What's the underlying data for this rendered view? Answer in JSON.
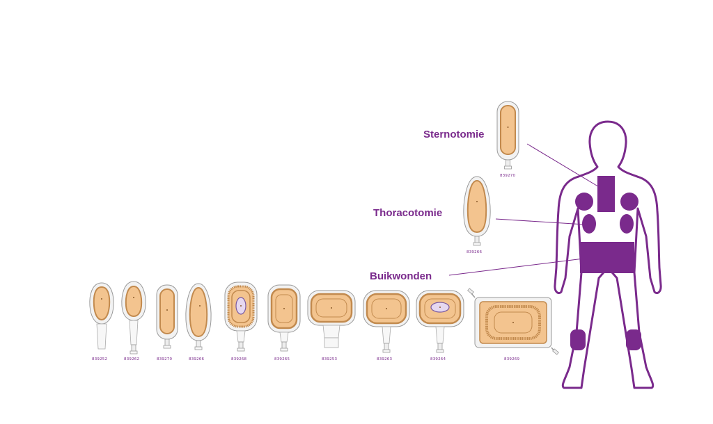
{
  "regions": {
    "sternotomy": "Sternotomie",
    "thoracotomy": "Thoracotomie",
    "abdominal": "Buikwonden"
  },
  "products": {
    "p1": "839252",
    "p2": "839262",
    "p3": "839270",
    "p4": "839266",
    "p5": "839268",
    "p6": "839265",
    "p7": "839253",
    "p8": "839263",
    "p9": "839264",
    "p10": "839269",
    "callout_sternotomy": "839270",
    "callout_thoracotomy": "839266"
  },
  "colors": {
    "accent": "#7a2a8c",
    "pad": "#f3c48f",
    "pad_border": "#c28a4e",
    "bag_outline": "#9a9a9a"
  }
}
